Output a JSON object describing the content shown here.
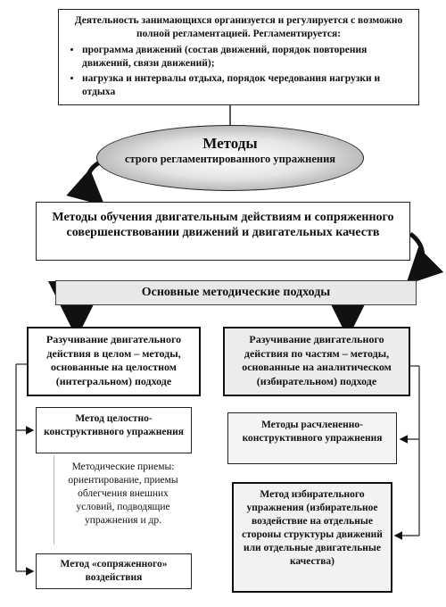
{
  "top_box": {
    "intro": "Деятельность занимающихся организуется и регулируется с возможно полной регламентацией. Регламентируется:",
    "bullets": [
      "программа движений (состав движений, порядок повторения движений, связи движений);",
      "нагрузка и  интервалы отдыха, порядок чередования нагрузки и отдыха"
    ]
  },
  "ellipse": {
    "title": "Методы",
    "subtitle": "строго регламентированного упражнения"
  },
  "mid_box": {
    "text": "Методы обучения двигательным действиям и сопряженного совершенствовании движений и двигательных качеств"
  },
  "band": {
    "text": "Основные методические подходы"
  },
  "left": {
    "main": "Разучивание двигательного действия в целом – методы, основанные на целостном (интегральном) подходе",
    "sub1": "Метод целостно-конструктивного упражнения",
    "methods": "Методические приемы: ориентирование, приемы облегчения внешних условий, подводящие упражнения и др.",
    "sub3": "Метод «сопряженного» воздействия"
  },
  "right": {
    "main": "Разучивание двигательного действия по частям – методы, основанные на аналитическом (избирательном) подходе",
    "sub1": "Методы расчлененно-конструктивного упражнения",
    "sub2": "Метод избирательного упражнения (избирательное воздействие на отдельные стороны структуры движений или отдельные двигательные качества)"
  }
}
